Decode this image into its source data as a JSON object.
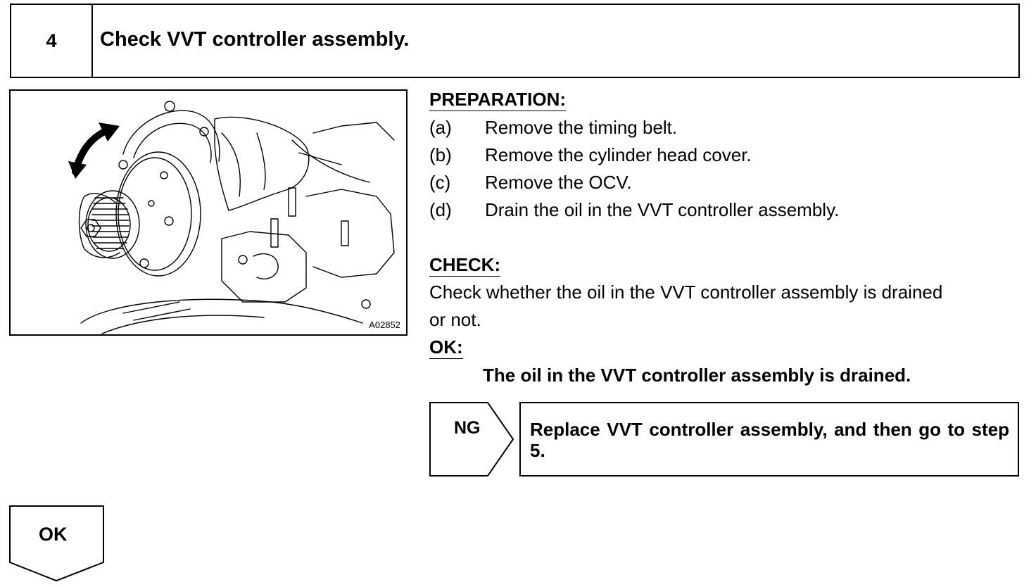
{
  "step": {
    "number": "4",
    "title": "Check VVT controller assembly."
  },
  "figure": {
    "code": "A02852"
  },
  "preparation": {
    "heading": "PREPARATION:",
    "items": [
      {
        "label": "(a)",
        "text": "Remove the timing belt."
      },
      {
        "label": "(b)",
        "text": "Remove the cylinder head cover."
      },
      {
        "label": "(c)",
        "text": "Remove the OCV."
      },
      {
        "label": "(d)",
        "text": "Drain the oil in the VVT controller assembly."
      }
    ]
  },
  "check": {
    "heading": "CHECK:",
    "line1": "Check whether the oil in the VVT controller assembly is drained",
    "line2": "or not."
  },
  "ok": {
    "heading": "OK:",
    "standard": "The oil in the VVT controller assembly is drained."
  },
  "ng": {
    "label": "NG",
    "action": "Replace VVT controller assembly, and then go to step 5."
  },
  "ok_flow": {
    "label": "OK"
  }
}
